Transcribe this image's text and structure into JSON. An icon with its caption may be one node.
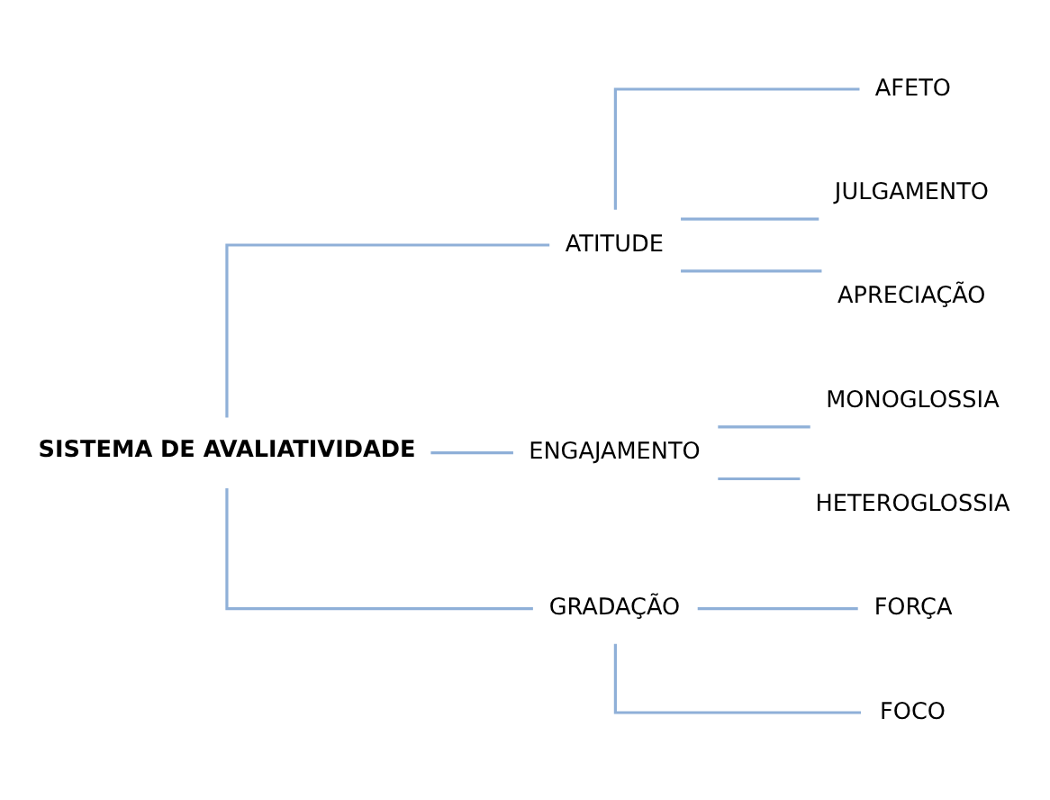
{
  "diagram": {
    "nodes": [
      {
        "text": [
          "SISTEMA DE AVALIATIVIDADE"
        ]
      },
      {
        "text": [
          "ATITUDE"
        ]
      },
      {
        "text": [
          "AFETO"
        ]
      },
      {
        "text": [
          "JULGAMENTO"
        ]
      },
      {
        "text": [
          "APRECIAÇÃO"
        ]
      },
      {
        "text": [
          "ENGAJAMENTO"
        ]
      },
      {
        "text": [
          "MONOGLOSSIA"
        ]
      },
      {
        "text": [
          "HETEROGLOSSIA"
        ]
      },
      {
        "text": [
          "GRADAÇÃO"
        ]
      },
      {
        "text": [
          "FORÇA"
        ]
      },
      {
        "text": [
          "FOCO"
        ]
      }
    ],
    "edges": [
      {
        "from": 0,
        "to": 1,
        "arrow": "none"
      },
      {
        "from": 0,
        "to": 5,
        "arrow": "none"
      },
      {
        "from": 0,
        "to": 8,
        "arrow": "none"
      },
      {
        "from": 1,
        "to": 2,
        "arrow": "none"
      },
      {
        "from": 1,
        "to": 3,
        "arrow": "none"
      },
      {
        "from": 1,
        "to": 4,
        "arrow": "none"
      },
      {
        "from": 5,
        "to": 6,
        "arrow": "none"
      },
      {
        "from": 5,
        "to": 7,
        "arrow": "none"
      },
      {
        "from": 8,
        "to": 9,
        "arrow": "none"
      },
      {
        "from": 8,
        "to": 10,
        "arrow": "none"
      }
    ]
  }
}
